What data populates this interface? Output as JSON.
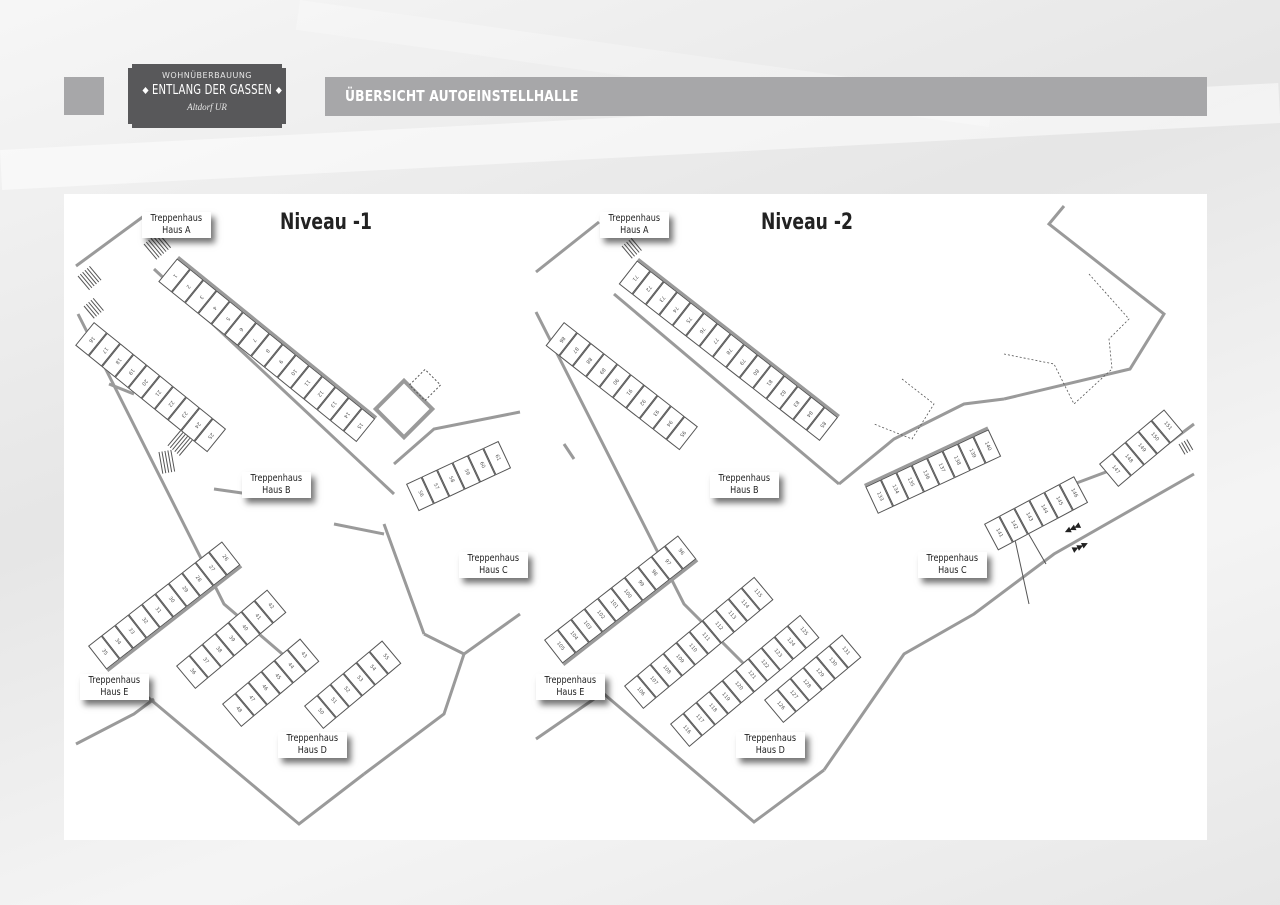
{
  "header": {
    "logo": {
      "top_line": "WOHNÜBERBAUUNG",
      "main_line": "ENTLANG DER GASSEN",
      "sub_line": "Altdorf UR"
    },
    "title": "ÜBERSICHT AUTOEINSTELLHALLE"
  },
  "colors": {
    "header_bar": "#a7a7a9",
    "logo_bg": "#58585a",
    "wall": "#9a9a9a",
    "line": "#555555",
    "panel": "#ffffff",
    "background": "#ececec"
  },
  "plans": [
    {
      "title": "Niveau -1",
      "stairwells": [
        {
          "line1": "Treppenhaus",
          "line2": "Haus A"
        },
        {
          "line1": "Treppenhaus",
          "line2": "Haus B"
        },
        {
          "line1": "Treppenhaus",
          "line2": "Haus C"
        },
        {
          "line1": "Treppenhaus",
          "line2": "Haus D"
        },
        {
          "line1": "Treppenhaus",
          "line2": "Haus E"
        }
      ],
      "rows": [
        {
          "name": "row-a-upper",
          "spaces": [
            "1",
            "2",
            "3",
            "4",
            "5",
            "6",
            "7",
            "8",
            "9",
            "10",
            "11",
            "12",
            "13",
            "14",
            "15"
          ]
        },
        {
          "name": "row-a-lower",
          "spaces": [
            "16",
            "17",
            "18",
            "19",
            "20",
            "21",
            "22",
            "23",
            "24",
            "25"
          ]
        },
        {
          "name": "row-c",
          "spaces": [
            "56",
            "57",
            "58",
            "59",
            "60",
            "61"
          ]
        },
        {
          "name": "row-e",
          "spaces": [
            "35",
            "34",
            "33",
            "32",
            "31",
            "30",
            "29",
            "28",
            "27",
            "26"
          ]
        },
        {
          "name": "row-mid-left",
          "spaces": [
            "36",
            "37",
            "38",
            "39",
            "40",
            "41",
            "42"
          ]
        },
        {
          "name": "row-mid-right",
          "spaces": [
            "48",
            "47",
            "46",
            "45",
            "44",
            "43"
          ]
        },
        {
          "name": "row-d",
          "spaces": [
            "50",
            "51",
            "52",
            "53",
            "54",
            "55"
          ]
        }
      ]
    },
    {
      "title": "Niveau -2",
      "stairwells": [
        {
          "line1": "Treppenhaus",
          "line2": "Haus A"
        },
        {
          "line1": "Treppenhaus",
          "line2": "Haus B"
        },
        {
          "line1": "Treppenhaus",
          "line2": "Haus C"
        },
        {
          "line1": "Treppenhaus",
          "line2": "Haus D"
        },
        {
          "line1": "Treppenhaus",
          "line2": "Haus E"
        }
      ],
      "rows": [
        {
          "name": "row-a-upper",
          "spaces": [
            "71",
            "72",
            "73",
            "74",
            "75",
            "76",
            "77",
            "78",
            "79",
            "80",
            "81",
            "82",
            "83",
            "84",
            "85"
          ]
        },
        {
          "name": "row-a-lower",
          "spaces": [
            "86",
            "87",
            "88",
            "89",
            "90",
            "91",
            "92",
            "93",
            "94",
            "95"
          ]
        },
        {
          "name": "row-c-upper",
          "spaces": [
            "133",
            "134",
            "135",
            "136",
            "137",
            "138",
            "139",
            "140"
          ]
        },
        {
          "name": "row-c-lower",
          "spaces": [
            "141",
            "142",
            "143",
            "144",
            "145",
            "146"
          ]
        },
        {
          "name": "row-c-far",
          "spaces": [
            "147",
            "148",
            "149",
            "150",
            "151"
          ]
        },
        {
          "name": "row-e",
          "spaces": [
            "105",
            "104",
            "103",
            "102",
            "101",
            "100",
            "99",
            "98",
            "97",
            "96"
          ]
        },
        {
          "name": "row-mid-left",
          "spaces": [
            "106",
            "107",
            "108",
            "109",
            "110",
            "111",
            "112",
            "113",
            "114",
            "115"
          ]
        },
        {
          "name": "row-mid-right",
          "spaces": [
            "116",
            "117",
            "118",
            "119",
            "120",
            "121",
            "122",
            "123",
            "124",
            "125"
          ]
        },
        {
          "name": "row-d",
          "spaces": [
            "126",
            "127",
            "128",
            "129",
            "130",
            "131"
          ]
        }
      ],
      "one_way_marks": [
        "◀◀◀",
        "▶▶▶"
      ]
    }
  ]
}
